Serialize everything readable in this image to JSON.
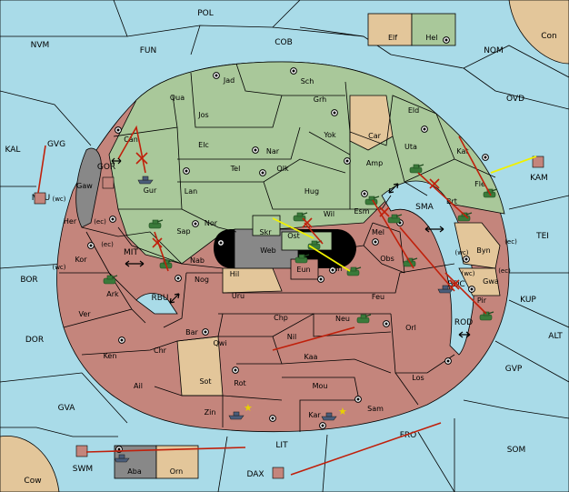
{
  "colors": {
    "sea": "#a9dbe8",
    "green_power": "#a9c89a",
    "red_power": "#c4857c",
    "neutral": "#e3c69a",
    "impassable": "#888888",
    "order_move": "#c0200b",
    "order_support": "#f0f000"
  },
  "sea_labels": [
    {
      "id": "pol",
      "text": "POL"
    },
    {
      "id": "nvm",
      "text": "NVM"
    },
    {
      "id": "fun",
      "text": "FUN"
    },
    {
      "id": "cob",
      "text": "COB"
    },
    {
      "id": "nom",
      "text": "NOM"
    },
    {
      "id": "con",
      "text": "Con"
    },
    {
      "id": "ovd",
      "text": "OVD"
    },
    {
      "id": "kal",
      "text": "KAL"
    },
    {
      "id": "kam",
      "text": "KAM"
    },
    {
      "id": "tei",
      "text": "TEI"
    },
    {
      "id": "sma",
      "text": "SMA"
    },
    {
      "id": "mit",
      "text": "MIT"
    },
    {
      "id": "bor",
      "text": "BOR"
    },
    {
      "id": "dor",
      "text": "DOR"
    },
    {
      "id": "rbu",
      "text": "RBU"
    },
    {
      "id": "kup",
      "text": "KUP"
    },
    {
      "id": "alt",
      "text": "ALT"
    },
    {
      "id": "gvp",
      "text": "GVP"
    },
    {
      "id": "rod",
      "text": "ROD"
    },
    {
      "id": "gva",
      "text": "GVA"
    },
    {
      "id": "lit",
      "text": "LIT"
    },
    {
      "id": "fro",
      "text": "FRO"
    },
    {
      "id": "som",
      "text": "SOM"
    },
    {
      "id": "swm",
      "text": "SWM"
    },
    {
      "id": "dax",
      "text": "DAX"
    },
    {
      "id": "cow",
      "text": "Cow"
    },
    {
      "id": "gvg",
      "text": "GVG"
    },
    {
      "id": "mvu",
      "text": "MVU"
    },
    {
      "id": "bdc",
      "text": "BDC"
    },
    {
      "id": "gor",
      "text": "GOR"
    }
  ],
  "land_labels": [
    {
      "id": "elf",
      "text": "Elf"
    },
    {
      "id": "hel",
      "text": "Hel"
    },
    {
      "id": "jad",
      "text": "Jad"
    },
    {
      "id": "sch",
      "text": "Sch"
    },
    {
      "id": "qua",
      "text": "Qua"
    },
    {
      "id": "jos",
      "text": "Jos"
    },
    {
      "id": "grh",
      "text": "Grh"
    },
    {
      "id": "eld",
      "text": "Eld"
    },
    {
      "id": "can",
      "text": "Can"
    },
    {
      "id": "car",
      "text": "Car"
    },
    {
      "id": "yok",
      "text": "Yok"
    },
    {
      "id": "elc",
      "text": "Elc"
    },
    {
      "id": "nar",
      "text": "Nar"
    },
    {
      "id": "uta",
      "text": "Uta"
    },
    {
      "id": "kat",
      "text": "Kat"
    },
    {
      "id": "amp",
      "text": "Amp"
    },
    {
      "id": "tel",
      "text": "Tel"
    },
    {
      "id": "olk",
      "text": "Olk"
    },
    {
      "id": "gur",
      "text": "Gur"
    },
    {
      "id": "gaw",
      "text": "Gaw"
    },
    {
      "id": "lan",
      "text": "Lan"
    },
    {
      "id": "hug",
      "text": "Hug"
    },
    {
      "id": "fle",
      "text": "Fle"
    },
    {
      "id": "brt",
      "text": "Brt"
    },
    {
      "id": "esm",
      "text": "Esm"
    },
    {
      "id": "wil",
      "text": "Wil"
    },
    {
      "id": "her",
      "text": "Her"
    },
    {
      "id": "nor",
      "text": "Nor"
    },
    {
      "id": "skr",
      "text": "Skr"
    },
    {
      "id": "ost",
      "text": "Ost"
    },
    {
      "id": "sap",
      "text": "Sap"
    },
    {
      "id": "web",
      "text": "Web"
    },
    {
      "id": "mel",
      "text": "Mel"
    },
    {
      "id": "byn",
      "text": "Byn"
    },
    {
      "id": "kor",
      "text": "Kor"
    },
    {
      "id": "nab",
      "text": "Nab"
    },
    {
      "id": "eun",
      "text": "Eun"
    },
    {
      "id": "sun",
      "text": "Sun"
    },
    {
      "id": "obs",
      "text": "Obs"
    },
    {
      "id": "hil",
      "text": "Hil"
    },
    {
      "id": "gwa",
      "text": "Gwa"
    },
    {
      "id": "ark",
      "text": "Ark"
    },
    {
      "id": "nog",
      "text": "Nog"
    },
    {
      "id": "pir",
      "text": "Pir"
    },
    {
      "id": "uru",
      "text": "Uru"
    },
    {
      "id": "feu",
      "text": "Feu"
    },
    {
      "id": "ver",
      "text": "Ver"
    },
    {
      "id": "chp",
      "text": "Chp"
    },
    {
      "id": "neu",
      "text": "Neu"
    },
    {
      "id": "bar",
      "text": "Bar"
    },
    {
      "id": "qwi",
      "text": "Qwi"
    },
    {
      "id": "orl",
      "text": "Orl"
    },
    {
      "id": "nil",
      "text": "Nil"
    },
    {
      "id": "ken",
      "text": "Ken"
    },
    {
      "id": "chr",
      "text": "Chr"
    },
    {
      "id": "kaa",
      "text": "Kaa"
    },
    {
      "id": "los",
      "text": "Los"
    },
    {
      "id": "sot",
      "text": "Sot"
    },
    {
      "id": "rot",
      "text": "Rot"
    },
    {
      "id": "mou",
      "text": "Mou"
    },
    {
      "id": "ail",
      "text": "Ail"
    },
    {
      "id": "sam",
      "text": "Sam"
    },
    {
      "id": "zin",
      "text": "Zin"
    },
    {
      "id": "kar",
      "text": "Kar"
    },
    {
      "id": "aba",
      "text": "Aba"
    },
    {
      "id": "orn",
      "text": "Orn"
    }
  ],
  "coast_labels": [
    {
      "id": "wc1",
      "text": "(wc)"
    },
    {
      "id": "ec1",
      "text": "(ec)"
    },
    {
      "id": "ec2",
      "text": "(ec)"
    },
    {
      "id": "wc2",
      "text": "(wc)"
    },
    {
      "id": "wc3",
      "text": "(wc)"
    },
    {
      "id": "ec3",
      "text": "(ec)"
    },
    {
      "id": "wc4",
      "text": "(wc)"
    },
    {
      "id": "ec4",
      "text": "(ec)"
    }
  ],
  "units": [
    {
      "type": "army",
      "power": "green",
      "at": "Uta"
    },
    {
      "type": "army",
      "power": "green",
      "at": "Fle"
    },
    {
      "type": "army",
      "power": "green",
      "at": "Brt"
    },
    {
      "type": "army",
      "power": "green",
      "at": "Esm"
    },
    {
      "type": "army",
      "power": "green",
      "at": "Sap"
    },
    {
      "type": "army",
      "power": "green",
      "at": "Nab"
    },
    {
      "type": "army",
      "power": "green",
      "at": "Ost"
    },
    {
      "type": "army",
      "power": "green",
      "at": "Wil"
    },
    {
      "type": "army",
      "power": "green",
      "at": "Eun"
    },
    {
      "type": "army",
      "power": "green",
      "at": "Sun"
    },
    {
      "type": "army",
      "power": "green",
      "at": "Obs"
    },
    {
      "type": "army",
      "power": "green",
      "at": "Ark"
    },
    {
      "type": "army",
      "power": "green",
      "at": "Neu"
    },
    {
      "type": "army",
      "power": "green",
      "at": "Pir"
    },
    {
      "type": "army",
      "power": "green",
      "at": "Mel"
    },
    {
      "type": "fleet",
      "power": "red",
      "at": "Gur"
    },
    {
      "type": "fleet",
      "power": "red",
      "at": "Zin"
    },
    {
      "type": "fleet",
      "power": "red",
      "at": "Kar"
    },
    {
      "type": "fleet",
      "power": "red",
      "at": "Aba"
    },
    {
      "type": "fleet",
      "power": "red",
      "at": "Gwa"
    }
  ],
  "home_marks": [
    {
      "at": "MVU"
    },
    {
      "at": "GOR"
    },
    {
      "at": "KAM"
    },
    {
      "at": "SWM"
    },
    {
      "at": "DAX"
    }
  ]
}
